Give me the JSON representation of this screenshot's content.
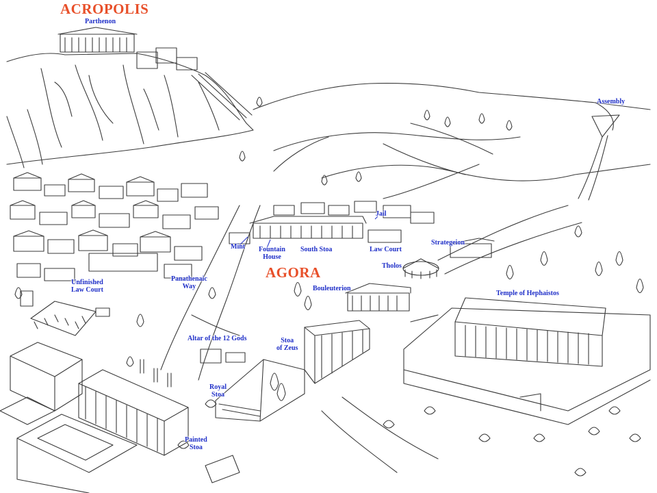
{
  "colors": {
    "label_blue": "#1f2fc8",
    "region_red": "#e8502a",
    "ink": "#3a3a3a"
  },
  "regions": {
    "acropolis": "ACROPOLIS",
    "agora": "AGORA"
  },
  "labels": {
    "parthenon": "Parthenon",
    "assembly": "Assembly",
    "jail": "Jail",
    "mint": "Mint",
    "fountain_house": "Fountain\nHouse",
    "south_stoa": "South Stoa",
    "law_court": "Law Court",
    "strategeion": "Strategeion",
    "tholos": "Tholos",
    "unfinished_law_court": "Unfinished\nLaw Court",
    "panathenaic_way": "Panathenaic\nWay",
    "bouleuterion": "Bouleuterion",
    "temple_of_hephaistos": "Temple of Hephaistos",
    "altar_of_the_12_gods": "Altar of the 12 Gods",
    "stoa_of_zeus": "Stoa\nof Zeus",
    "royal_stoa": "Royal\nStoa",
    "painted_stoa": "Painted\nStoa"
  }
}
